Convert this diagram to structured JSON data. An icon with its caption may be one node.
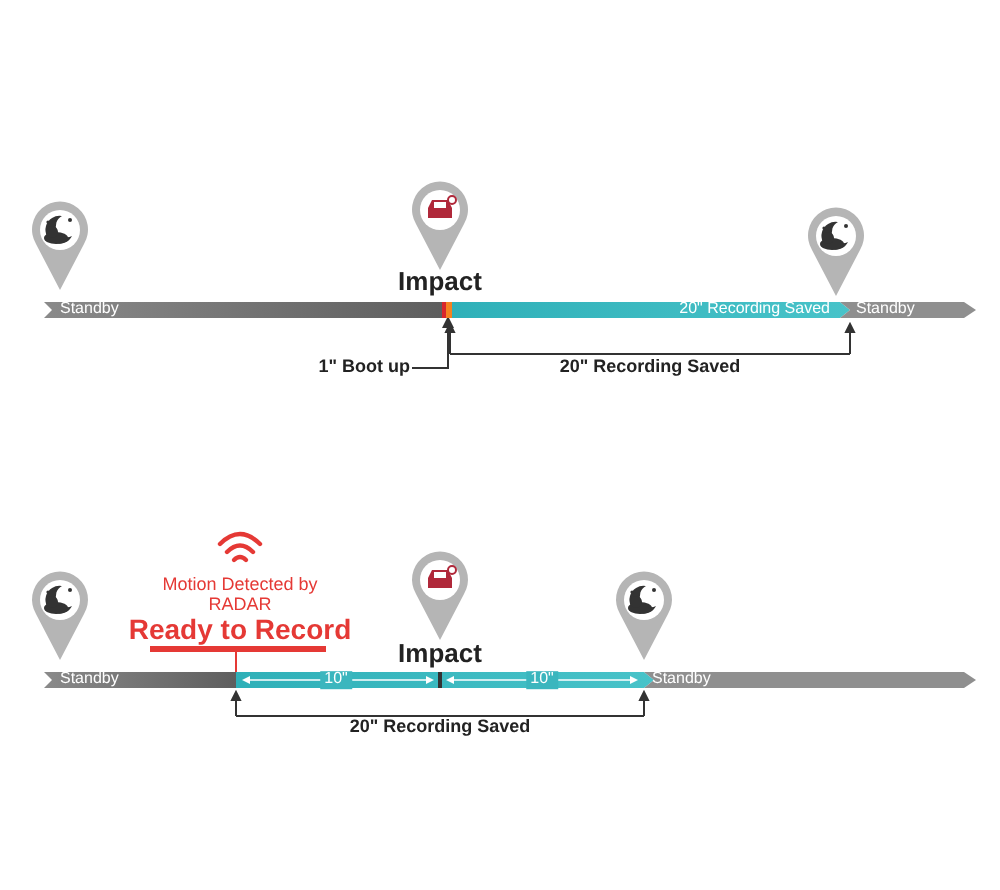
{
  "diagram": {
    "nodes": [
      {
        "text": [
          "1\" Boot up"
        ]
      },
      {
        "text": [],
        "shape": "bar"
      }
    ],
    "edges": [
      {
        "from": 0,
        "to": 1,
        "arrow": "to"
      }
    ],
    "labels": [
      "Impact",
      "Standby",
      "20\" Recording Saved",
      "Standby",
      "20\" Recording Saved",
      "Motion Detected by RADAR",
      "Ready to Record",
      "Impact",
      "Standby",
      "10\"",
      "10\"",
      "Standby",
      "20\" Recording Saved"
    ]
  }
}
